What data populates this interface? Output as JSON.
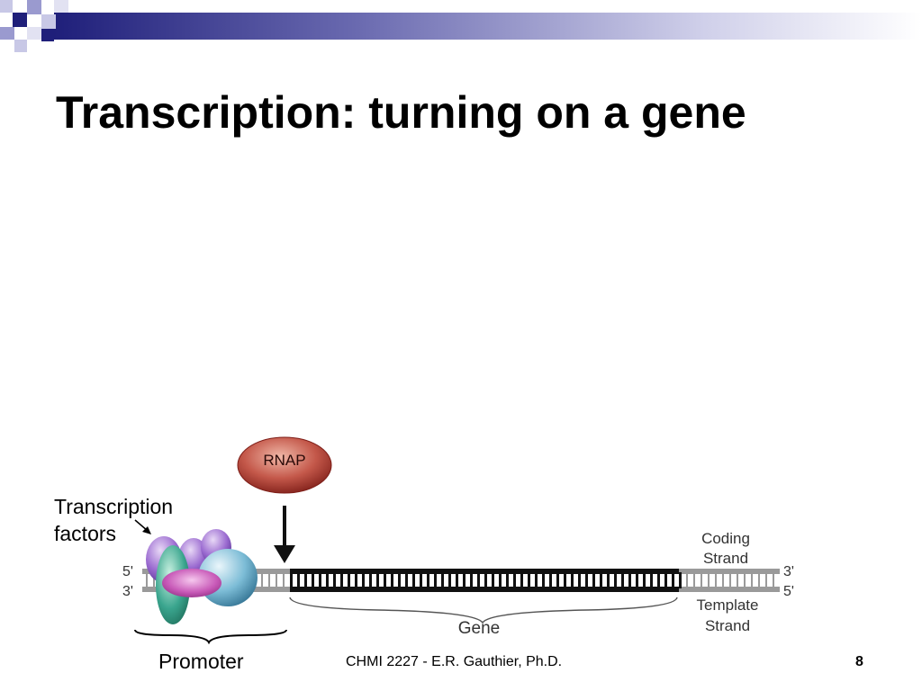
{
  "slide": {
    "title": "Transcription: turning on a gene",
    "footer": "CHMI 2227 - E.R. Gauthier, Ph.D.",
    "page_number": "8"
  },
  "diagram": {
    "rnap_label": "RNAP",
    "transcription_factors_label_line1": "Transcription",
    "transcription_factors_label_line2": "factors",
    "five_prime_left": "5'",
    "three_prime_left": "3'",
    "three_prime_right": "3'",
    "five_prime_right": "5'",
    "coding_strand_line1": "Coding",
    "coding_strand_line2": "Strand",
    "template_strand_line1": "Template",
    "template_strand_line2": "Strand",
    "gene_label": "Gene",
    "promoter_label": "Promoter"
  },
  "colors": {
    "header_navy": "#1f1f7a",
    "header_lavender": "#9a9acf",
    "rnap_red": "#a8322a",
    "tf_purple": "#8a5cc4",
    "tf_teal": "#3aa58e",
    "tf_blue": "#5aa3c4",
    "tf_magenta": "#c85ab8"
  }
}
